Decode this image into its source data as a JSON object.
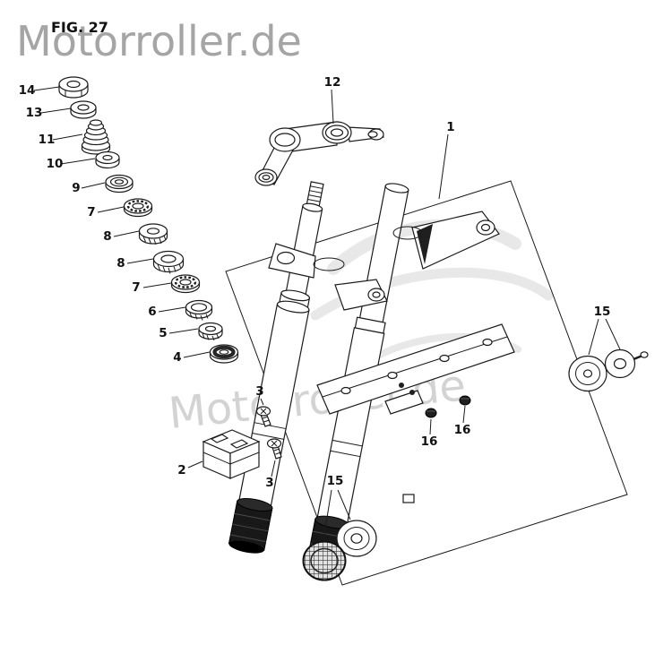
{
  "fig_label": "FIG. 27",
  "watermarks": {
    "top": "Motorroller.de",
    "center": "Motorroller.de"
  },
  "colors": {
    "watermark_top": "#969696",
    "watermark_center": "#a9a9a9",
    "line": "#1b1b1b",
    "swoosh": "#cdcdcd"
  },
  "callouts": [
    {
      "label": "14"
    },
    {
      "label": "13"
    },
    {
      "label": "11"
    },
    {
      "label": "10"
    },
    {
      "label": "9"
    },
    {
      "label": "7"
    },
    {
      "label": "8"
    },
    {
      "label": "8"
    },
    {
      "label": "7"
    },
    {
      "label": "6"
    },
    {
      "label": "5"
    },
    {
      "label": "4"
    },
    {
      "label": "12"
    },
    {
      "label": "1"
    },
    {
      "label": "15"
    },
    {
      "label": "16"
    },
    {
      "label": "16"
    },
    {
      "label": "2"
    },
    {
      "label": "3"
    },
    {
      "label": "3"
    },
    {
      "label": "15"
    }
  ]
}
